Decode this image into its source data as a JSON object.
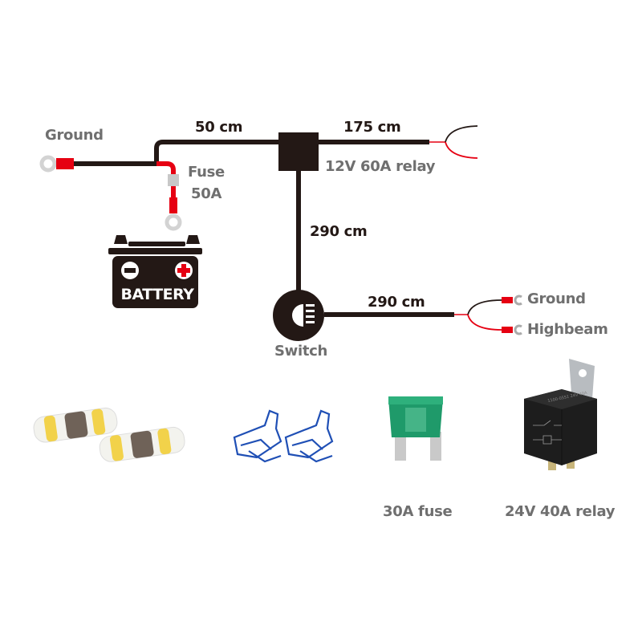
{
  "diagram": {
    "labels": {
      "ground_left": "Ground",
      "fuse": "Fuse",
      "fuse_rating": "50A",
      "battery": "BATTERY",
      "len_50": "50 cm",
      "len_175": "175 cm",
      "relay_main": "12V 60A relay",
      "len_290_vertical": "290 cm",
      "len_290_horizontal": "290 cm",
      "switch": "Switch",
      "ground_right": "Ground",
      "highbeam": "Highbeam"
    }
  },
  "accessories": {
    "fuse_label": "30A fuse",
    "relay_label": "24V 40A relay",
    "relay_print": "1100-0551 24V 40A"
  },
  "colors": {
    "wire_black": "#231815",
    "wire_red": "#e60012",
    "label_gray": "#6f6f6f",
    "terminal_gray": "#d3d3d3",
    "fuse_green": "#1f9a6a",
    "connector_blue": "#1f4fb5"
  }
}
